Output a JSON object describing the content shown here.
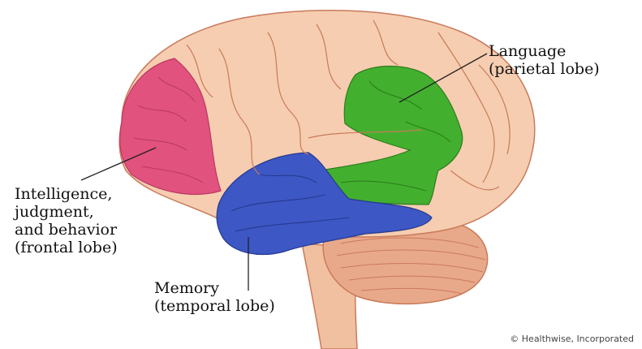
{
  "labels": {
    "language": [
      "Language",
      "(parietal lobe)"
    ],
    "intelligence": [
      "Intelligence,",
      "judgment,",
      "and behavior",
      "(frontal lobe)"
    ],
    "memory": [
      "Memory",
      "(temporal lobe)"
    ]
  },
  "credit": "© Healthwise, Incorporated",
  "colors": {
    "brain_base": "#f6cdb0",
    "brain_outline": "#c97a5a",
    "frontal_lobe": "#e2527f",
    "parietal_lobe": "#42b02e",
    "temporal_lobe": "#3d57c4",
    "cerebellum": "#e8a98a",
    "brainstem": "#f0c0a0"
  }
}
